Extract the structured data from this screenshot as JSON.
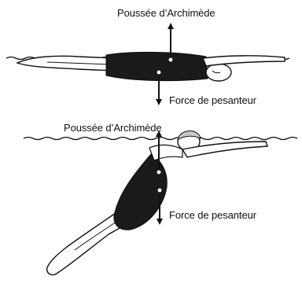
{
  "diagram": {
    "figures": [
      {
        "id": "floating-swimmer",
        "upward_force_label": "Poussée d’Archimède",
        "downward_force_label": "Force de pesanteur"
      },
      {
        "id": "diving-swimmer",
        "upward_force_label": "Poussée d’Archimède",
        "downward_force_label": "Force de pesanteur"
      }
    ],
    "colors": {
      "ink": "#111111",
      "swimsuit": "#1a1a1a",
      "skin": "#ffffff",
      "cap": "#c8c8c8"
    }
  }
}
